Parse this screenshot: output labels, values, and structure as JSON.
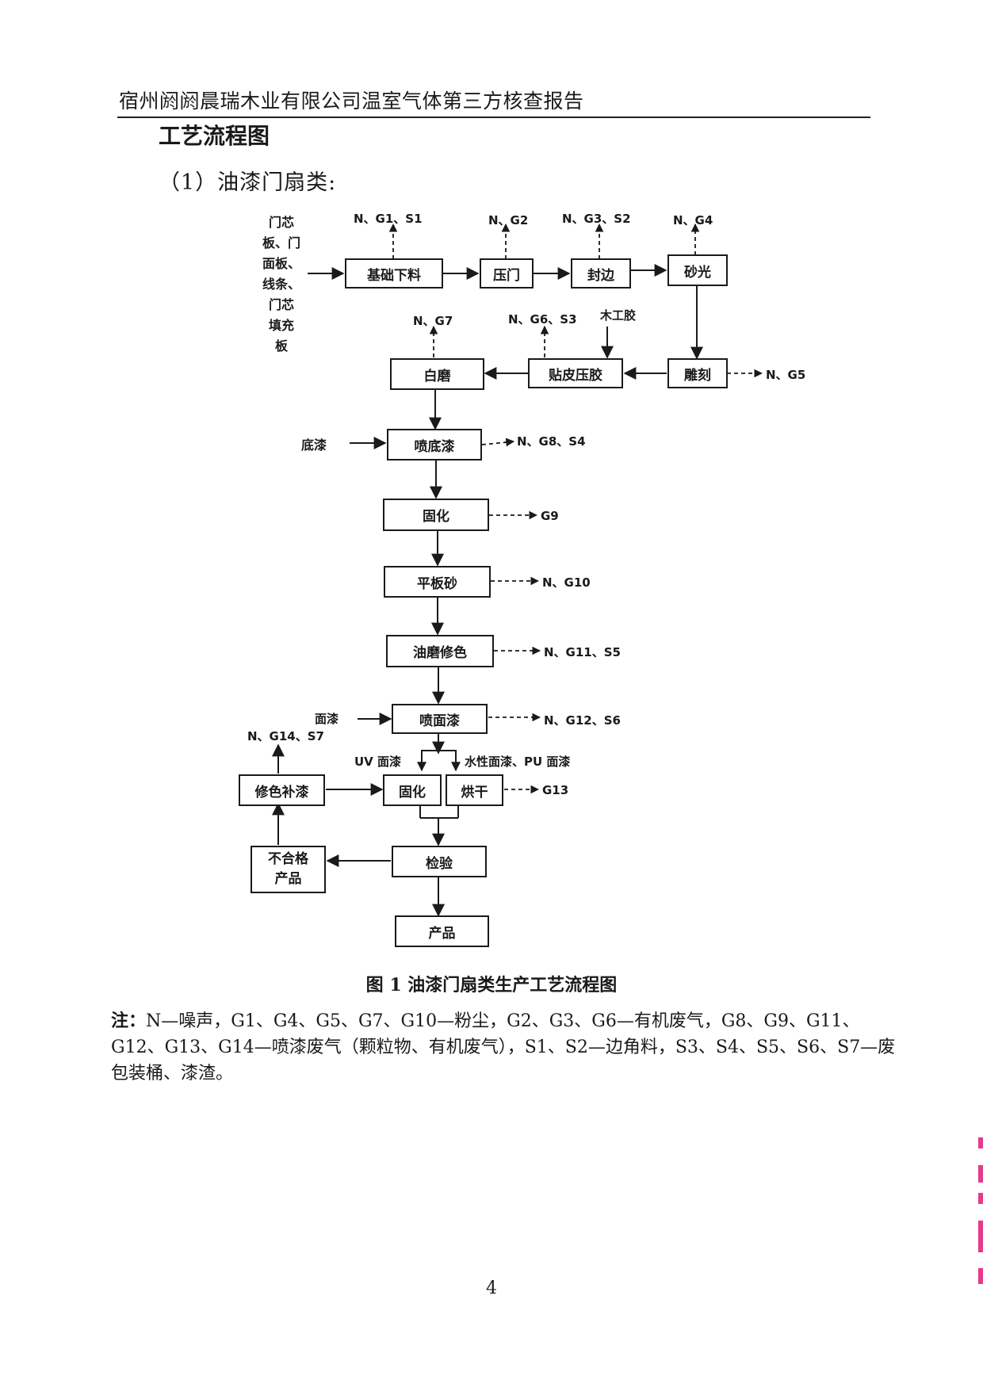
{
  "header": {
    "title": "宿州阏阏晨瑞木业有限公司温室气体第三方核查报告"
  },
  "section_title": "工艺流程图",
  "subsection_title": "（1）油漆门扇类:",
  "diagram": {
    "inputs": {
      "raw_materials": [
        "门芯",
        "板、门",
        "面板、",
        "线条、",
        "门芯",
        "填充",
        "板"
      ],
      "base_paint": "底漆",
      "wood_glue": "木工胶",
      "top_paint": "面漆",
      "uv_paint": "UV 面漆",
      "water_pu_paint": "水性面漆、PU 面漆"
    },
    "steps": {
      "base_cut": "基础下料",
      "press_door": "压门",
      "edge_seal": "封边",
      "sanding": "砂光",
      "carving": "雕刻",
      "veneer_press": "贴皮压胶",
      "white_grind": "白磨",
      "spray_base": "喷底漆",
      "cure_1": "固化",
      "flat_sand": "平板砂",
      "oil_grind_touch": "油磨修色",
      "spray_top": "喷面漆",
      "cure_2": "固化",
      "bake": "烘干",
      "inspect": "检验",
      "defect_line1": "不合格",
      "defect_line2": "产品",
      "repair_paint": "修色补漆",
      "product": "产品"
    },
    "emissions": {
      "base_cut": "N、G1、S1",
      "press_door": "N、G2",
      "edge_seal": "N、G3、S2",
      "sanding": "N、G4",
      "carving": "N、G5",
      "veneer_press": "N、G6、S3",
      "white_grind": "N、G7",
      "spray_base": "N、G8、S4",
      "cure_1": "G9",
      "flat_sand": "N、G10",
      "oil_grind_touch": "N、G11、S5",
      "spray_top": "N、G12、S6",
      "cure_bake": "G13",
      "repair_paint": "N、G14、S7"
    }
  },
  "figure_caption": "图 1  油漆门扇类生产工艺流程图",
  "note": {
    "head": "注：",
    "body": "N—噪声，G1、G4、G5、G7、G10—粉尘，G2、G3、G6—有机废气，G8、G9、G11、G12、G13、G14—喷漆废气（颗粒物、有机废气），S1、S2—边角料，S3、S4、S5、S6、S7—废包装桶、漆渣。"
  },
  "page_number": "4"
}
